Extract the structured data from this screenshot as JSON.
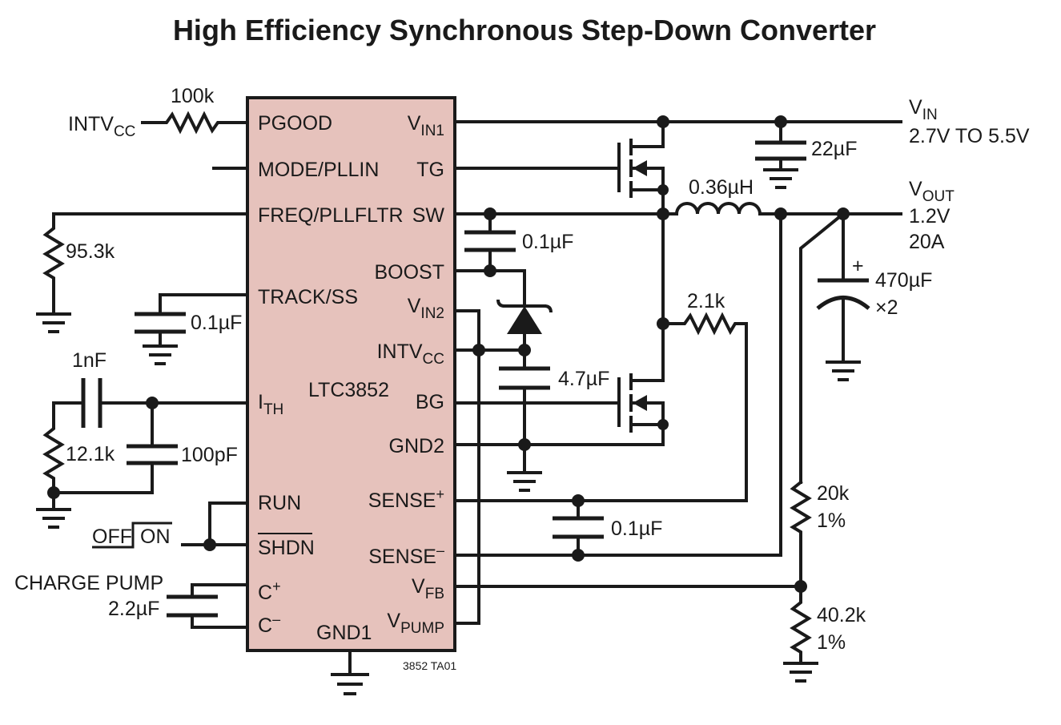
{
  "title": "High Efficiency Synchronous Step-Down Converter",
  "ic": {
    "name": "LTC3852",
    "pins_left": {
      "pgood": "PGOOD",
      "mode": "MODE/PLLIN",
      "freq": "FREQ/PLLFLTR",
      "track": "TRACK/SS",
      "ith": "I",
      "ith_sub": "TH",
      "run": "RUN",
      "shdn": "SHDN",
      "cplus": "C",
      "cplus_sup": "+",
      "cminus": "C",
      "cminus_sup": "–"
    },
    "pins_right": {
      "vin1": "V",
      "vin1_sub": "IN1",
      "tg": "TG",
      "sw": "SW",
      "boost": "BOOST",
      "vin2": "V",
      "vin2_sub": "IN2",
      "intvcc": "INTV",
      "intvcc_sub": "CC",
      "bg": "BG",
      "gnd2": "GND2",
      "senseplus": "SENSE",
      "senseplus_sup": "+",
      "senseminus": "SENSE",
      "senseminus_sup": "–",
      "vfb": "V",
      "vfb_sub": "FB",
      "vpump": "V",
      "vpump_sub": "PUMP"
    },
    "pin_bottom": "GND1"
  },
  "components": {
    "r_pgood": "100k",
    "intvcc": "INTV",
    "intvcc_sub": "CC",
    "r_freq": "95.3k",
    "c_track": "0.1µF",
    "c_ith_series": "1nF",
    "r_ith": "12.1k",
    "c_ith_par": "100pF",
    "switch_off": "OFF",
    "switch_on": "ON",
    "charge_pump": "CHARGE PUMP",
    "c_pump": "2.2µF",
    "c_boost": "0.1µF",
    "c_intvcc": "4.7µF",
    "c_in": "22µF",
    "inductor": "0.36µH",
    "r_sense": "2.1k",
    "c_sense": "0.1µF",
    "c_out": "470µF",
    "c_out_mult": "×2",
    "c_out_polarity": "+",
    "r_top": "20k",
    "r_top_tol": "1%",
    "r_bot": "40.2k",
    "r_bot_tol": "1%"
  },
  "vin": {
    "label": "V",
    "label_sub": "IN",
    "range": "2.7V TO 5.5V"
  },
  "vout": {
    "label": "V",
    "label_sub": "OUT",
    "voltage": "1.2V",
    "current": "20A"
  },
  "figure_code": "3852 TA01"
}
